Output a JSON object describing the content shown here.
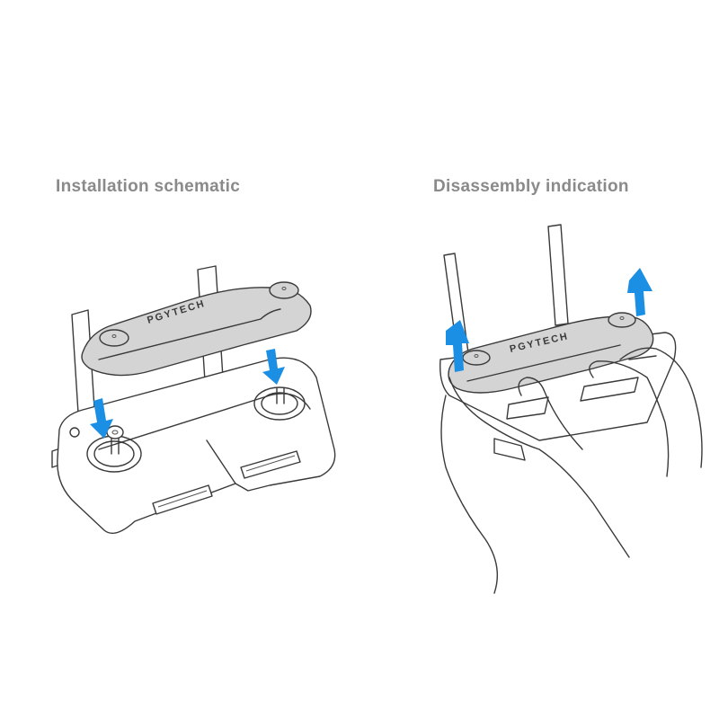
{
  "panels": {
    "left": {
      "title": "Installation schematic",
      "cover_brand": "PGYTECH",
      "arrow_direction": "down",
      "arrow_count": 2
    },
    "right": {
      "title": "Disassembly indication",
      "cover_brand": "PGYTECH",
      "arrow_direction": "up",
      "arrow_count": 2
    }
  },
  "colors": {
    "arrow": "#1a8fe3",
    "title": "#8a8a8a",
    "cover": "#d4d4d4",
    "line": "#3a3a3a",
    "background": "#ffffff"
  }
}
